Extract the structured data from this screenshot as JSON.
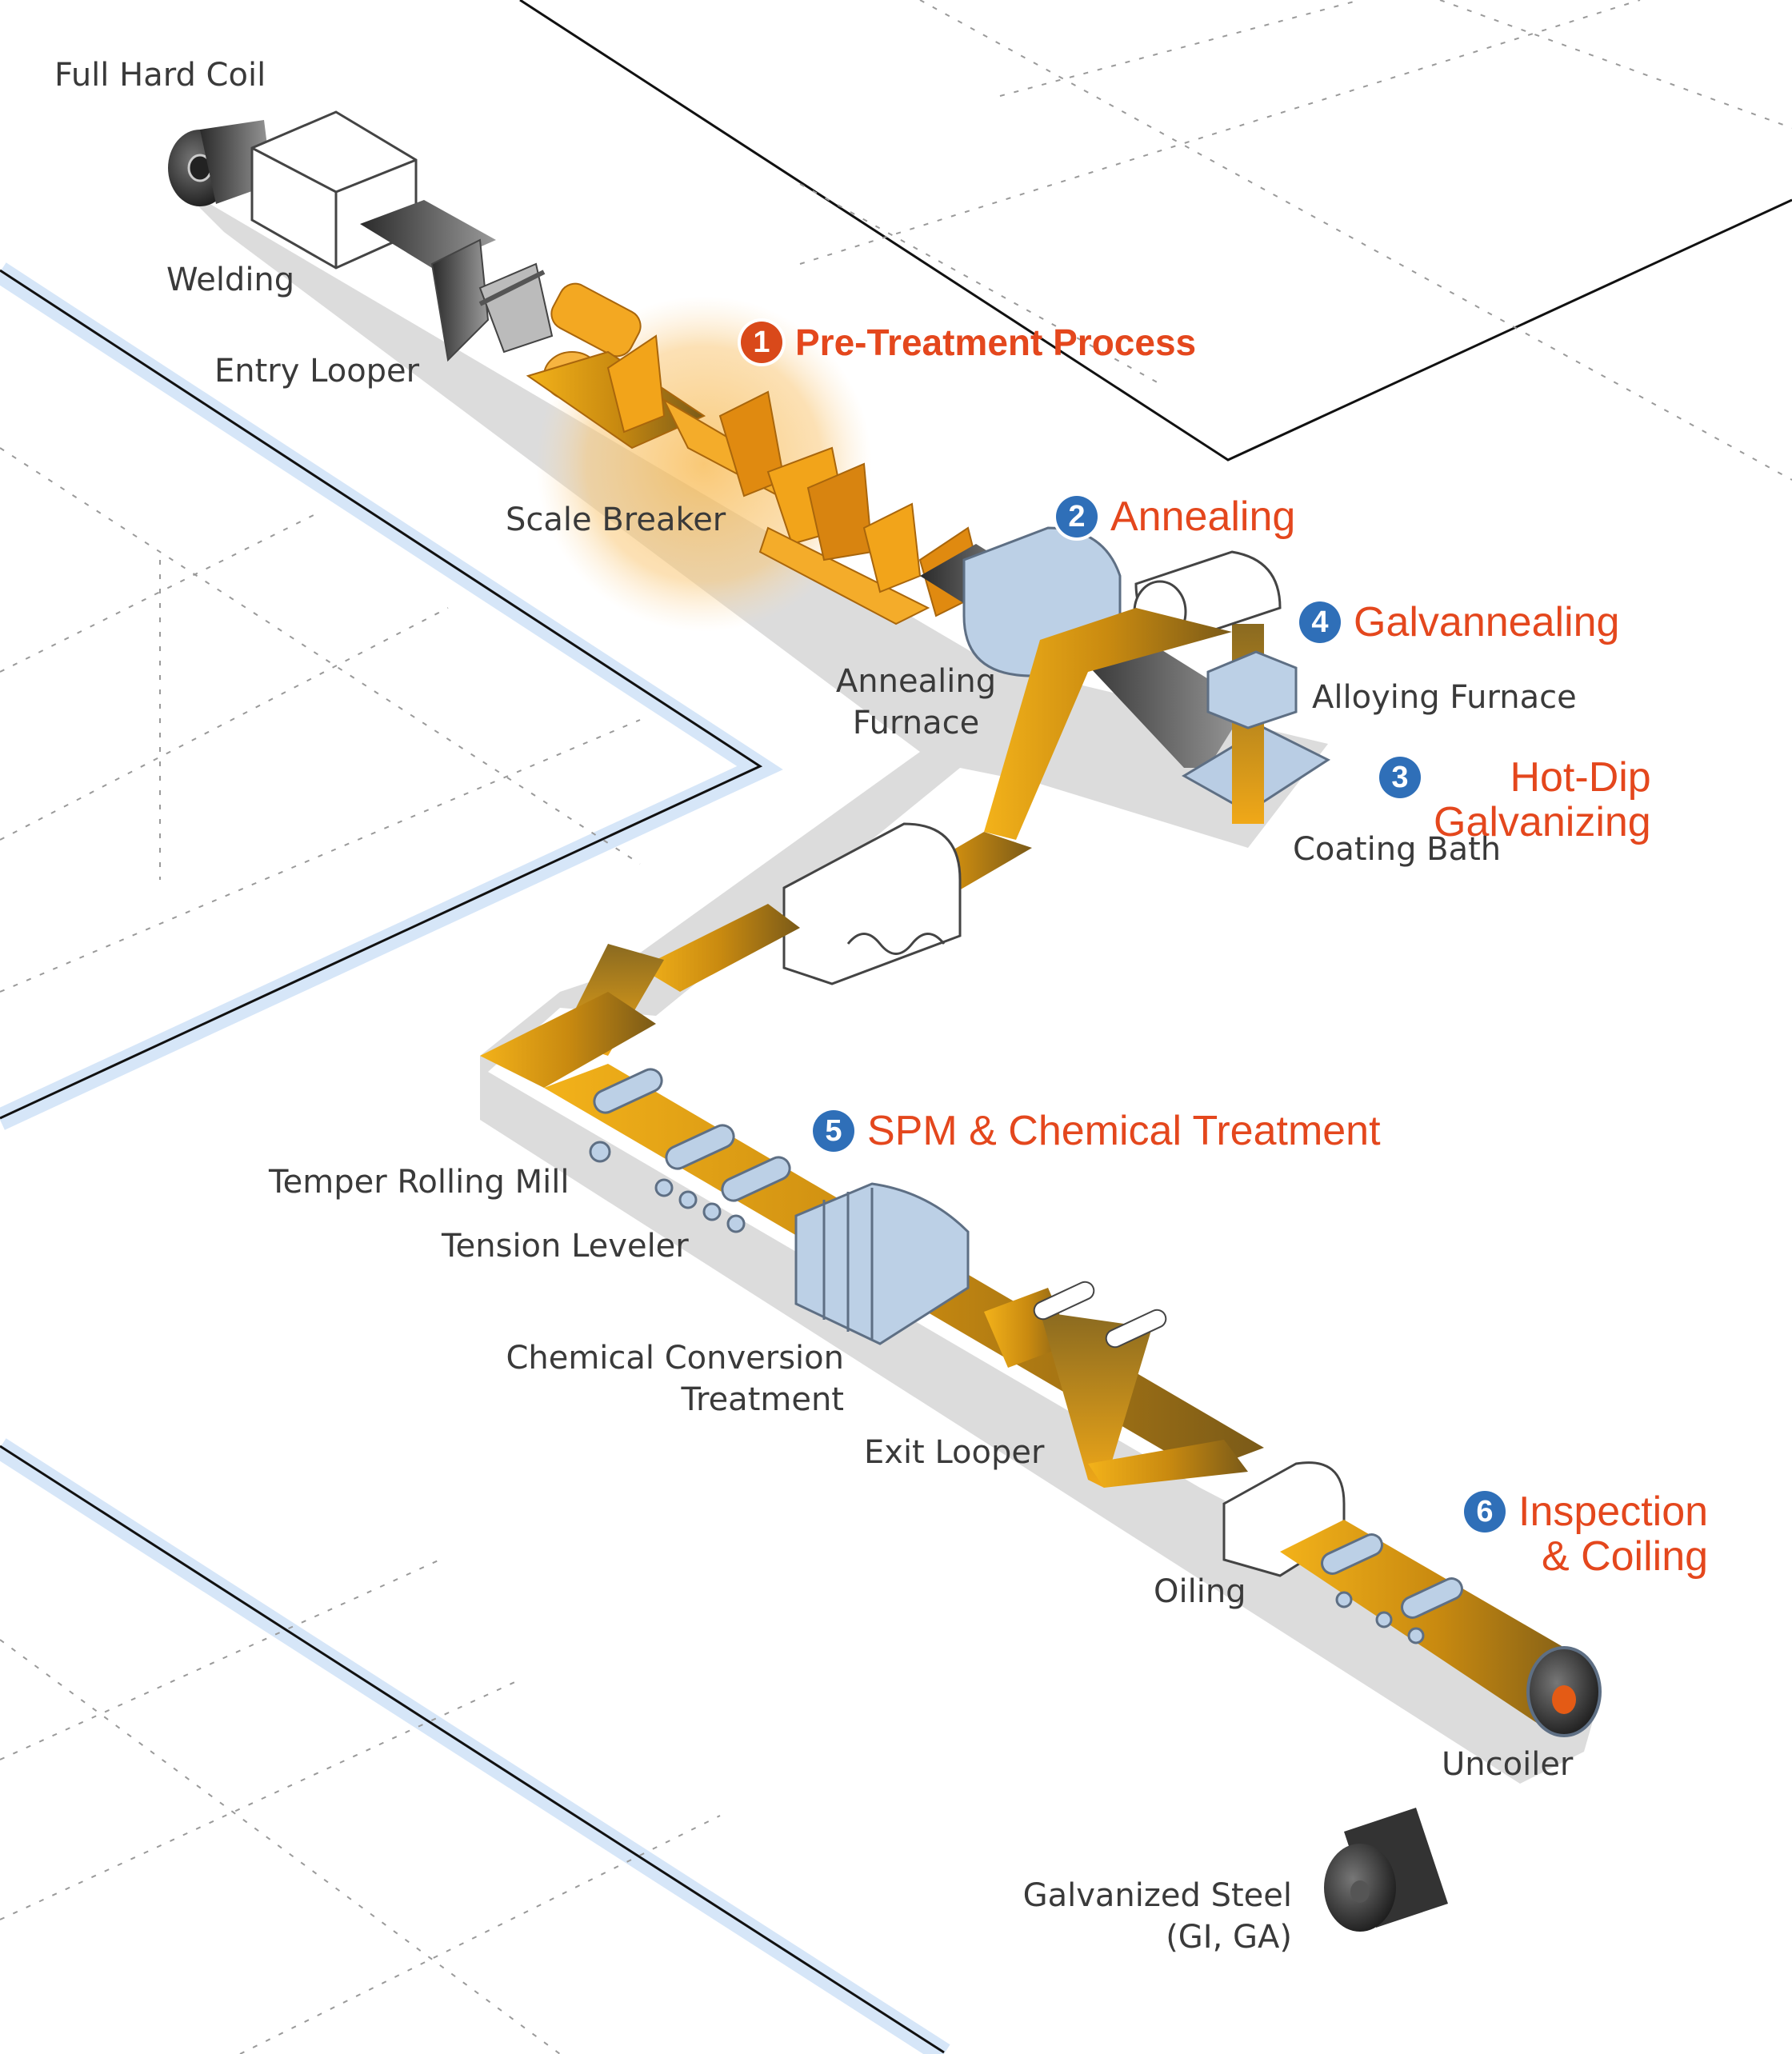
{
  "steps": [
    {
      "number": "1",
      "title": "Pre-Treatment Process"
    },
    {
      "number": "2",
      "title": "Annealing"
    },
    {
      "number": "3",
      "title": "Hot-Dip\nGalvanizing"
    },
    {
      "number": "4",
      "title": "Galvannealing"
    },
    {
      "number": "5",
      "title": "SPM & Chemical Treatment"
    },
    {
      "number": "6",
      "title": "Inspection\n& Coiling"
    }
  ],
  "equipment": {
    "full_hard_coil": "Full Hard Coil",
    "welding": "Welding",
    "entry_looper": "Entry Looper",
    "scale_breaker": "Scale Breaker",
    "annealing_furnace": "Annealing\nFurnace",
    "alloying_furnace": "Alloying Furnace",
    "coating_bath": "Coating Bath",
    "temper_rolling_mill": "Temper Rolling Mill",
    "tension_leveler": "Tension Leveler",
    "chemical_conversion": "Chemical Conversion\nTreatment",
    "exit_looper": "Exit Looper",
    "oiling": "Oiling",
    "uncoiler": "Uncoiler",
    "product": "Galvanized Steel\n(GI, GA)"
  },
  "colors": {
    "step_title": "#e4471d",
    "badge_blue": "#2f6fb8",
    "badge_red": "#d9491a",
    "strip_gold": "#e0a21c",
    "pretreat_orange": "#f0a020",
    "machine_blue": "#b9cde4",
    "shadow_gray": "#d8d8d8",
    "lane_blue": "#d6e6f8"
  }
}
